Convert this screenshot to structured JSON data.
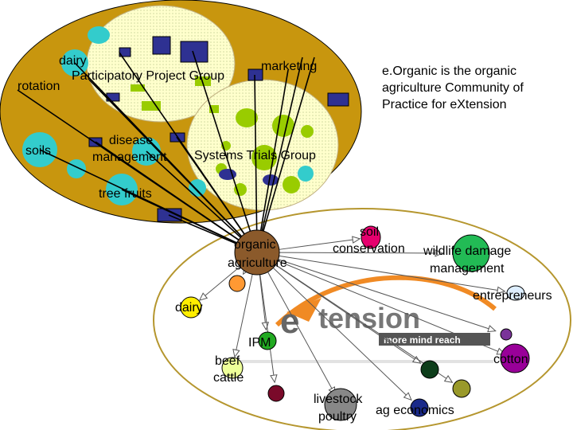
{
  "description_text": "e.Organic is the organic agriculture Community of Practice for eXtension",
  "center": {
    "line1": "organic",
    "line2": "agriculture"
  },
  "top_groups": {
    "participatory": "Participatory Project Group",
    "systems": "Systems Trials Group"
  },
  "top_labels": {
    "dairy": "dairy",
    "rotation": "rotation",
    "marketing": "marketing",
    "soils": "soils",
    "disease_1": "disease",
    "disease_2": "management",
    "tree_fruits": "tree fruits"
  },
  "bottom_labels": {
    "soil_1": "soil",
    "soil_2": "conservation",
    "wildlife_1": "wildlife damage",
    "wildlife_2": "management",
    "entrepreneurs": "entrepreneurs",
    "dairy": "dairy",
    "ipm": "IPM",
    "beef_1": "beef",
    "beef_2": "cattle",
    "cotton": "cotton",
    "livestock_1": "livestock",
    "livestock_2": "poultry",
    "ag_economics": "ag economics"
  },
  "logo": {
    "e": "e",
    "word": "tension",
    "tagline": "more mind reach"
  },
  "colors": {
    "outer_region": "#c8960e",
    "participatory_region": "#ffffcc",
    "systems_region": "#ffffcc",
    "square_node": "#2e3192",
    "cyan_node": "#33cccc",
    "green_node": "#99cc00",
    "center_node": "#8b5a2b",
    "logo_orange": "#f08a24",
    "logo_gray": "#666666"
  }
}
